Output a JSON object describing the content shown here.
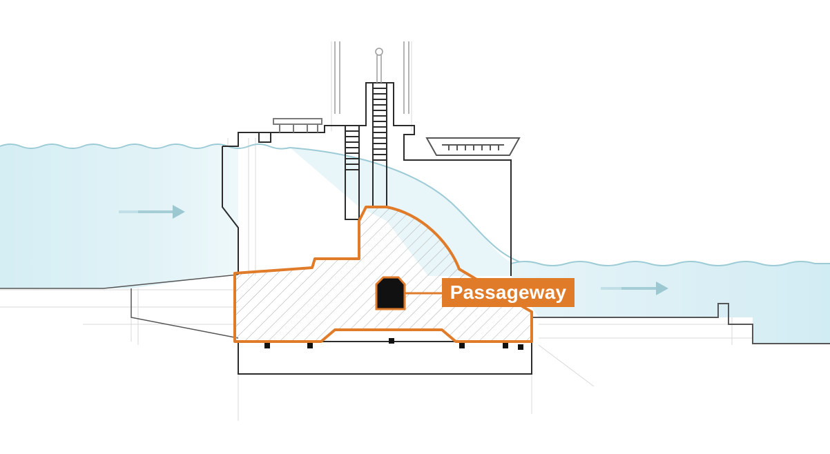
{
  "callout": {
    "label": "Passageway"
  },
  "colors": {
    "highlight": "#e07b2a",
    "water": "#bfe4ee",
    "water_line": "#9ccbd6",
    "flow_arrow": "#9cc8d2",
    "structure_line": "#2b2b2b",
    "hatch": "#a9a9a9",
    "passage_fill": "#111111"
  },
  "flow_arrows": [
    {
      "name": "upstream-flow-arrow",
      "direction": "right"
    },
    {
      "name": "downstream-flow-arrow",
      "direction": "right"
    }
  ]
}
